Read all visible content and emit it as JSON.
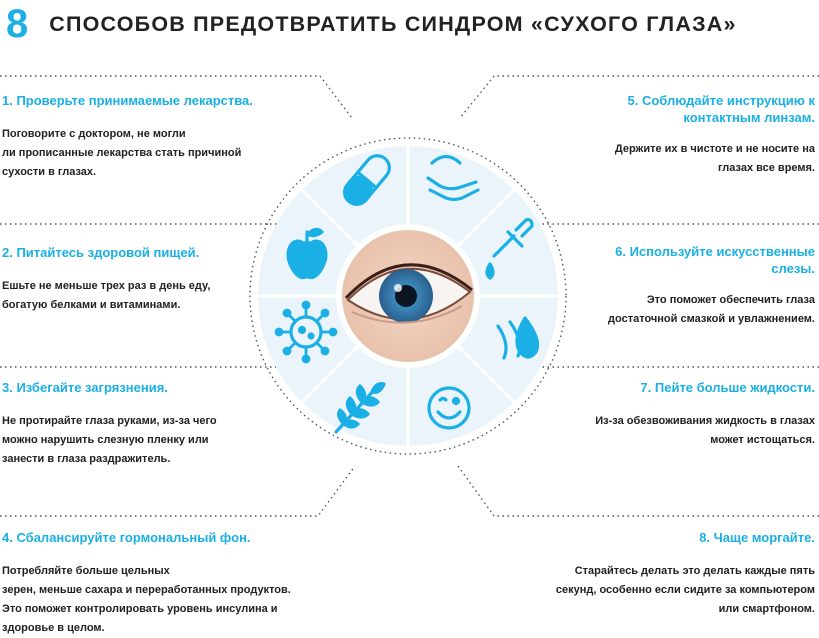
{
  "header": {
    "number": "8",
    "title": "СПОСОБОВ ПРЕДОТВРАТИТЬ СИНДРОМ «СУХОГО ГЛАЗА»"
  },
  "tips": [
    {
      "title": "1. Проверьте принимаемые лекарства.",
      "lines": [
        "Поговорите с доктором, не могли",
        "ли прописанные лекарства стать причиной",
        "сухости в глазах."
      ]
    },
    {
      "title": "2. Питайтесь здоровой пищей.",
      "lines": [
        "Ешьте не меньше трех раз в день еду,",
        "богатую белками и витаминами."
      ]
    },
    {
      "title": "3. Избегайте загрязнения.",
      "lines": [
        "Не протирайте глаза руками, из-за чего",
        "можно нарушить слезную пленку или",
        "занести в глаза раздражитель."
      ]
    },
    {
      "title": "4. Сбалансируйте гормональный фон.",
      "lines": [
        "Потребляйте больше цельных",
        "зерен, меньше сахара и переработанных продуктов.",
        "Это поможет контролировать уровень инсулина и",
        "здоровье в целом."
      ]
    },
    {
      "title_lines": [
        "5. Соблюдайте инструкцию к",
        "контактным линзам."
      ],
      "lines": [
        "Держите их в чистоте и не носите на",
        "глазах все время."
      ]
    },
    {
      "title_lines": [
        "6. Используйте искусственные",
        "слезы."
      ],
      "lines": [
        "Это поможет обеспечить глаза",
        "достаточной смазкой и увлажнением."
      ]
    },
    {
      "title": "7. Пейте больше жидкости.",
      "lines": [
        "Из-за обезвоживания жидкость в глазах",
        "может истощаться."
      ]
    },
    {
      "title": "8. Чаще моргайте.",
      "lines": [
        "Старайтесь делать это делать каждые пять",
        "секунд, особенно если сидите за компьютером",
        "или смартфоном."
      ]
    }
  ],
  "icons": [
    "pill-icon",
    "contact-lens-hand-icon",
    "apple-icon",
    "dropper-icon",
    "virus-icon",
    "water-drops-icon",
    "wheat-icon",
    "wink-smile-icon"
  ],
  "colors": {
    "accent": "#1ab0e5",
    "text": "#222222",
    "circle": "#eaf4fa",
    "divider": "#ffffff"
  }
}
